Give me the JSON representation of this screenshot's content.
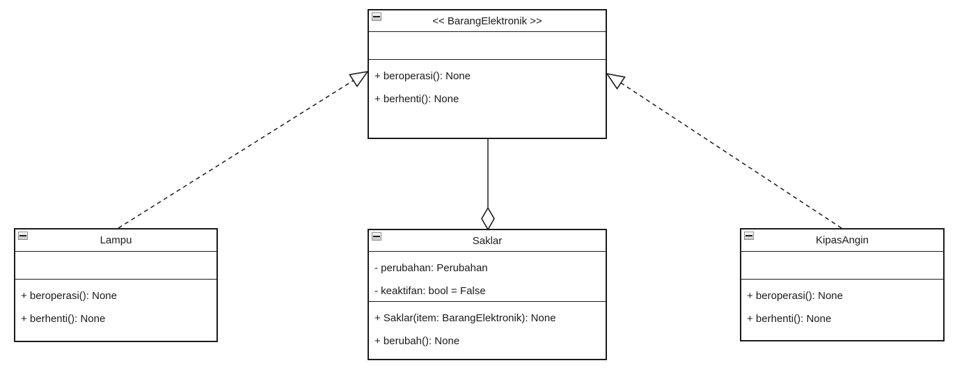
{
  "diagram": {
    "classes": [
      {
        "title": "<< BarangElektronik >>",
        "attributes": [],
        "methods": [
          "+ beroperasi(): None",
          "+ berhenti(): None"
        ]
      },
      {
        "title": "Lampu",
        "attributes": [],
        "methods": [
          "+ beroperasi(): None",
          "+ berhenti(): None"
        ]
      },
      {
        "title": "Saklar",
        "attributes": [
          "- perubahan: Perubahan",
          "- keaktifan: bool = False"
        ],
        "methods": [
          "+ Saklar(item: BarangElektronik): None",
          "+ berubah(): None"
        ]
      },
      {
        "title": "KipasAngin",
        "attributes": [],
        "methods": [
          "+ beroperasi(): None",
          "+ berhenti(): None"
        ]
      }
    ],
    "relationships": [
      {
        "type": "realization",
        "from": "Lampu",
        "to": "BarangElektronik",
        "line": "dashed",
        "marker": "hollow-triangle"
      },
      {
        "type": "realization",
        "from": "KipasAngin",
        "to": "BarangElektronik",
        "line": "dashed",
        "marker": "hollow-triangle"
      },
      {
        "type": "aggregation",
        "whole": "Saklar",
        "part": "BarangElektronik",
        "line": "solid",
        "marker": "hollow-diamond"
      }
    ]
  },
  "colors": {
    "background": "#ffffff",
    "box_fill": "#ffffff",
    "border": "#1a1a1a",
    "text": "#1a1a1a"
  }
}
